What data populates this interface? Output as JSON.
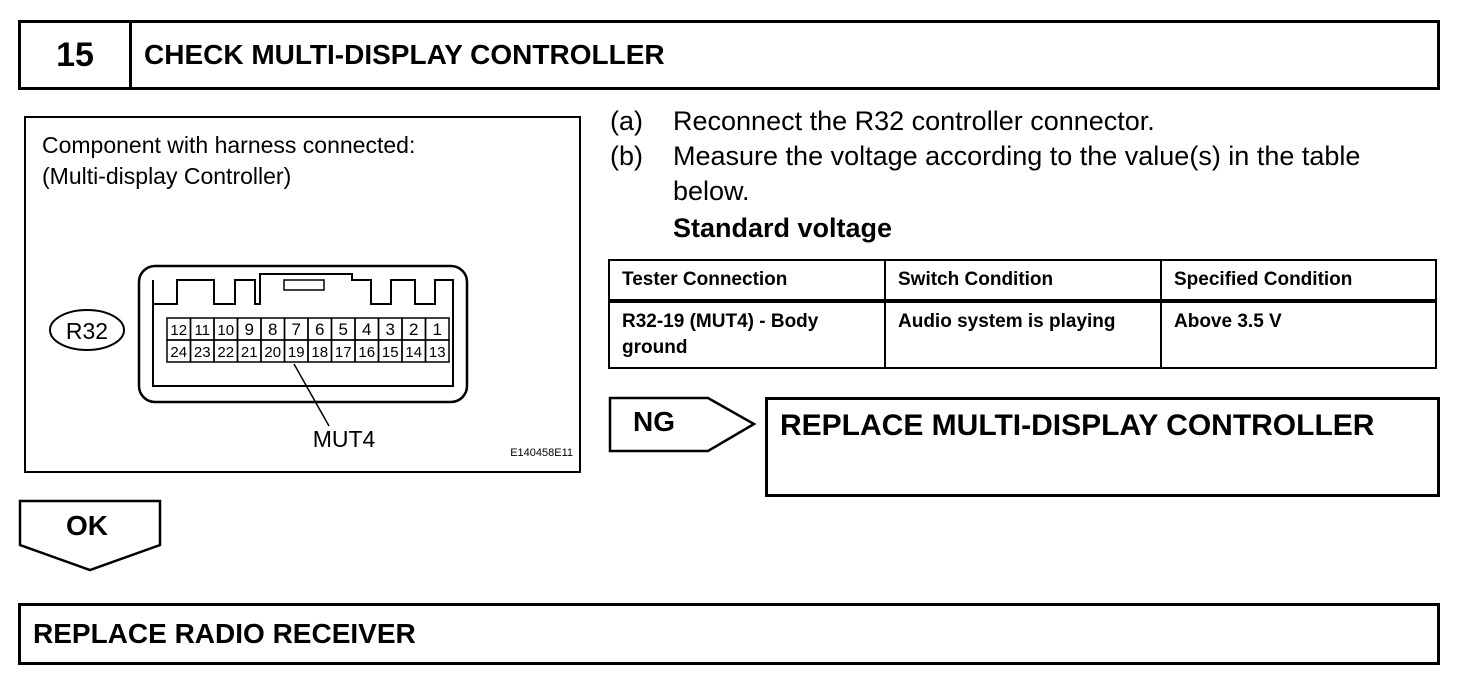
{
  "step": {
    "number": "15",
    "title": "CHECK MULTI-DISPLAY CONTROLLER"
  },
  "illustration": {
    "caption_line1": "Component with harness connected:",
    "caption_line2": "(Multi-display Controller)",
    "connector_id": "R32",
    "pins_top": [
      "12",
      "11",
      "10",
      "9",
      "8",
      "7",
      "6",
      "5",
      "4",
      "3",
      "2",
      "1"
    ],
    "pins_bottom": [
      "24",
      "23",
      "22",
      "21",
      "20",
      "19",
      "18",
      "17",
      "16",
      "15",
      "14",
      "13"
    ],
    "callout": "MUT4",
    "code": "E140458E11"
  },
  "procedure": {
    "a_marker": "(a)",
    "a_text": "Reconnect the R32 controller connector.",
    "b_marker": "(b)",
    "b_text": "Measure the voltage according to the value(s) in the table below.",
    "standard_heading": "Standard voltage"
  },
  "table": {
    "headers": [
      "Tester Connection",
      "Switch Condition",
      "Specified Condition"
    ],
    "rows": [
      [
        "R32-19 (MUT4) - Body ground",
        "Audio system is playing",
        "Above 3.5 V"
      ]
    ]
  },
  "ng": {
    "label": "NG",
    "action": "REPLACE MULTI-DISPLAY CONTROLLER"
  },
  "ok": {
    "label": "OK"
  },
  "result": {
    "action": "REPLACE RADIO RECEIVER"
  }
}
